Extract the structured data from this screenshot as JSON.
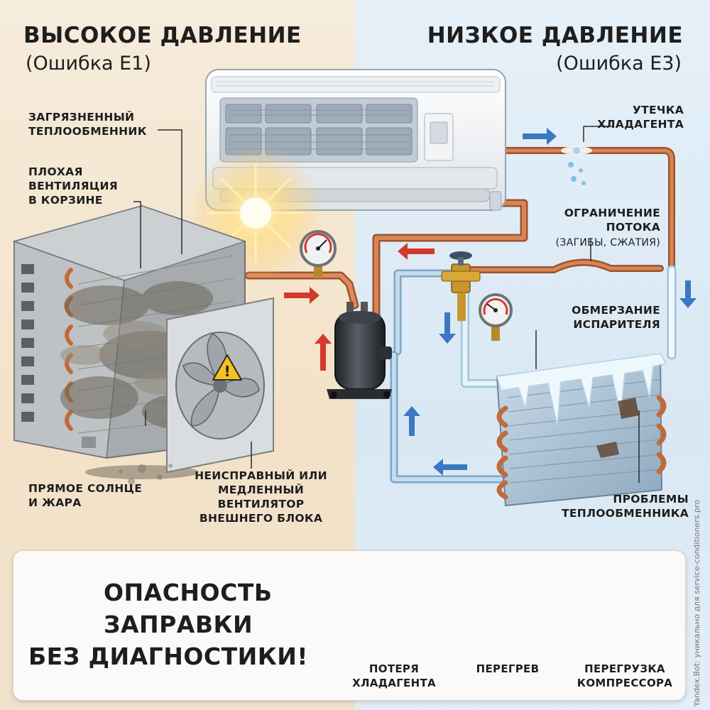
{
  "header": {
    "high": {
      "title": "ВЫСОКОЕ ДАВЛЕНИЕ",
      "subtitle": "(Ошибка Е1)"
    },
    "low": {
      "title": "НИЗКОЕ ДАВЛЕНИЕ",
      "subtitle": "(Ошибка Е3)"
    }
  },
  "high_side": {
    "dirty_exchanger": [
      "ЗАГРЯЗНЕННЫЙ",
      "ТЕПЛООБМЕННИК"
    ],
    "poor_ventilation": [
      "ПЛОХАЯ",
      "ВЕНТИЛЯЦИЯ",
      "В КОРЗИНЕ"
    ],
    "sun_heat": [
      "ПРЯМОЕ СОЛНЦЕ",
      "И ЖАРА"
    ],
    "faulty_fan": [
      "НЕИСПРАВНЫЙ ИЛИ",
      "МЕДЛЕННЫЙ",
      "ВЕНТИЛЯТОР",
      "ВНЕШНЕГО БЛОКА"
    ]
  },
  "low_side": {
    "leak": [
      "УТЕЧКА",
      "ХЛАДАГЕНТА"
    ],
    "flow_restriction": [
      "ОГРАНИЧЕНИЕ",
      "ПОТОКА"
    ],
    "flow_restriction_note": "(ЗАГИБЫ, СЖАТИЯ)",
    "freezing": [
      "ОБМЕРЗАНИЕ",
      "ИСПАРИТЕЛЯ"
    ],
    "exchanger_problems": [
      "ПРОБЛЕМЫ",
      "ТЕПЛООБМЕННИКА"
    ]
  },
  "warning": {
    "lines": [
      "ОПАСНОСТЬ",
      "ЗАПРАВКИ",
      "БЕЗ ДИАГНОСТИКИ!"
    ],
    "icon": "warning-triangle-icon"
  },
  "consequences": [
    {
      "icon": "refrigerant-cylinder-icon",
      "lines": [
        "ПОТЕРЯ",
        "ХЛАДАГЕНТА"
      ]
    },
    {
      "icon": "overheated-compressor-icon",
      "lines": [
        "ПЕРЕГРЕВ"
      ]
    },
    {
      "icon": "overloaded-compressor-icon",
      "lines": [
        "ПЕРЕГРУЗКА",
        "КОМПРЕССОРА"
      ]
    }
  ],
  "watermark": "Yandex.Bot: уникально для service-conditioners.pro",
  "colors": {
    "hot_pipe": "#c8703e",
    "cold_pipe": "#a8cde6",
    "arrow_hot": "#d33a2c",
    "arrow_cold": "#3a78c2",
    "warning_red": "#d8262a"
  }
}
